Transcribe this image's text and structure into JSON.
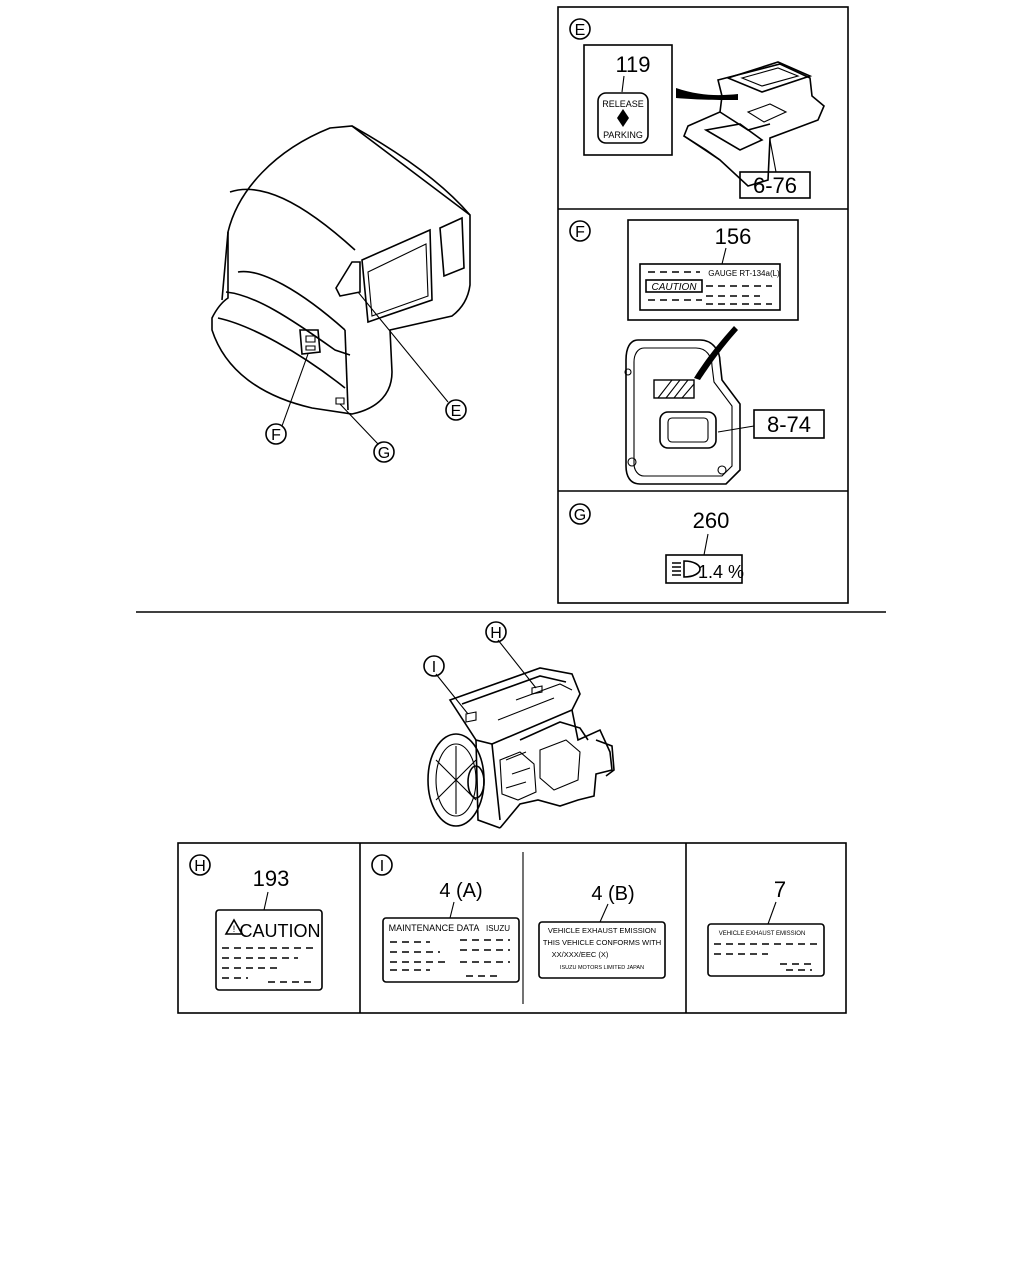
{
  "callouts": {
    "E": "E",
    "F": "F",
    "G": "G",
    "H": "H",
    "I": "I"
  },
  "parts": {
    "p119": "119",
    "p676": "6-76",
    "p156": "156",
    "p874": "8-74",
    "p260": "260",
    "p193": "193",
    "p4a": "4 (A)",
    "p4b": "4 (B)",
    "p7": "7"
  },
  "labels": {
    "release": "RELEASE",
    "parking": "PARKING",
    "caution_f": "CAUTION",
    "gauge_text": "GAUGE RT-134a(L)",
    "headlamp_pct": "1.4 %",
    "caution_h": "CAUTION",
    "maint": "MAINTENANCE DATA",
    "isuzu": "ISUZU",
    "vee_title": "VEHICLE EXHAUST EMISSION",
    "vee_line2": "THIS VEHICLE CONFORMS WITH",
    "vee_line3": "XX/XXX/EEC (X)",
    "vee_line4": "ISUZU MOTORS LIMITED JAPAN",
    "vee_small": "VEHICLE EXHAUST EMISSION"
  }
}
